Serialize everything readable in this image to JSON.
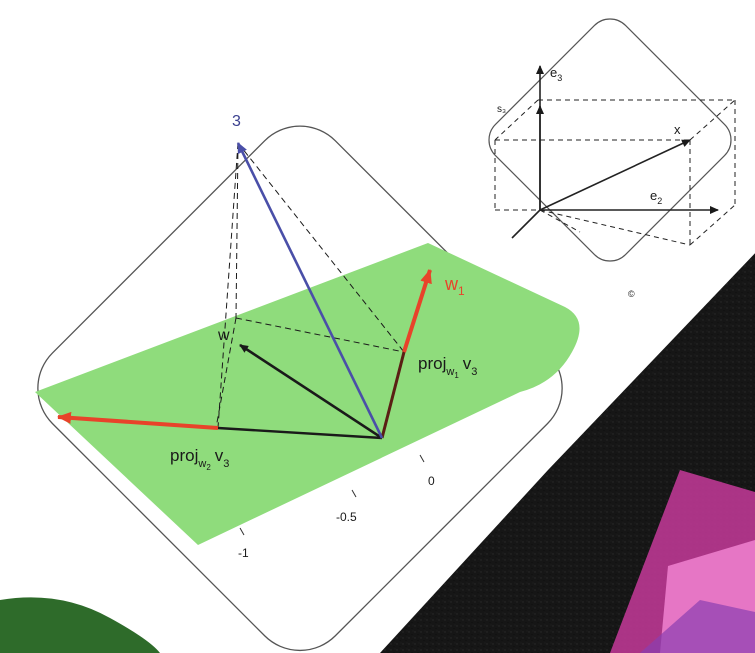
{
  "main_diagram": {
    "top_label": "3",
    "w_label": "w",
    "w1": {
      "base": "w",
      "sub": "1"
    },
    "proj_w1": {
      "base": "proj",
      "sub_base": "w",
      "sub_sub": "1",
      "vec": "v",
      "vec_sub": "3"
    },
    "proj_w2": {
      "base": "proj",
      "sub_base": "w",
      "sub_sub": "2",
      "vec": "v",
      "vec_sub": "3"
    },
    "axis_ticks": [
      "0",
      "-0.5",
      "-1"
    ]
  },
  "inset_diagram": {
    "e3": {
      "base": "e",
      "sub": "3"
    },
    "e2": {
      "base": "e",
      "sub": "2"
    },
    "x_label": "x",
    "small_label": "s₃",
    "copyright": "©"
  },
  "colors": {
    "plane": "#8fdc7c",
    "red_vector": "#e8432a",
    "blue_vector": "#4a4fa8",
    "dark_background": "#151515",
    "magenta": "#c63a9a",
    "pink": "#e97ac8",
    "green_blob": "#2e6b2a"
  }
}
